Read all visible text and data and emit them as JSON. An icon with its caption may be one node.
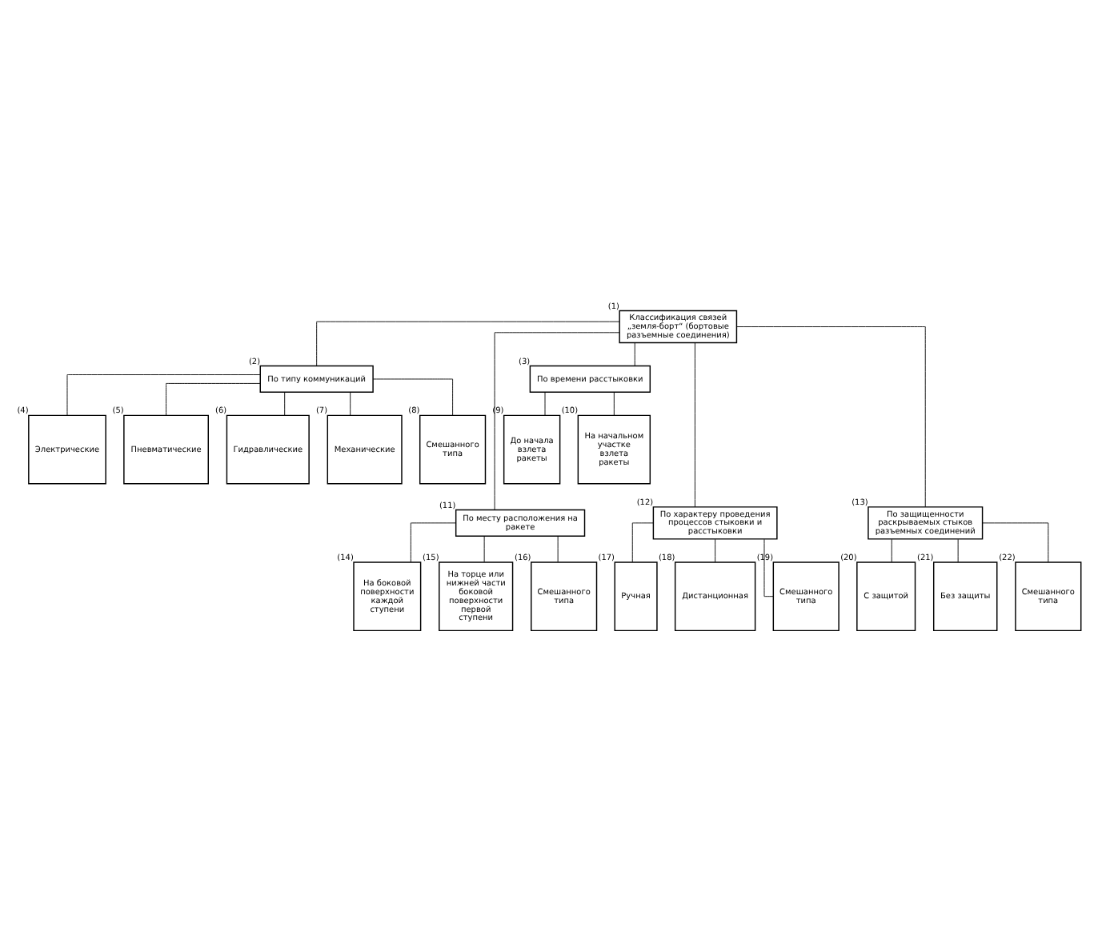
{
  "diagram": {
    "nodes": [
      {
        "text": [
          "Классификация связей „земля-борт“ (бортовые разъемные соединения)"
        ],
        "beside": [
          "(1)"
        ]
      },
      {
        "text": [
          "По типу коммуникаций"
        ],
        "beside": [
          "(2)"
        ]
      },
      {
        "text": [
          "По времени расстыковки"
        ],
        "beside": [
          "(3)"
        ]
      },
      {
        "text": [
          "Электрические"
        ],
        "beside": [
          "(4)"
        ]
      },
      {
        "text": [
          "Пневматические"
        ],
        "beside": [
          "(5)"
        ]
      },
      {
        "text": [
          "Гидравлические"
        ],
        "beside": [
          "(6)"
        ]
      },
      {
        "text": [
          "Механические"
        ],
        "beside": [
          "(7)"
        ]
      },
      {
        "text": [
          "Смешанного типа"
        ],
        "beside": [
          "(8)"
        ]
      },
      {
        "text": [
          "До начала взлета ракеты"
        ],
        "beside": [
          "(9)"
        ]
      },
      {
        "text": [
          "На начальном участке взлета ракеты"
        ],
        "beside": [
          "(10)"
        ]
      },
      {
        "text": [
          "По месту расположения на ракете"
        ],
        "beside": [
          "(11)"
        ]
      },
      {
        "text": [
          "По характеру проведения процессов стыковки и расстыковки"
        ],
        "beside": [
          "(12)"
        ]
      },
      {
        "text": [
          "По защищенности раскрываемых стыков разъемных соединений"
        ],
        "beside": [
          "(13)"
        ]
      },
      {
        "text": [
          "На боковой поверхности каждой ступени"
        ],
        "beside": [
          "(14)"
        ]
      },
      {
        "text": [
          "На торце или нижней части боковой поверхности первой ступени"
        ],
        "beside": [
          "(15)"
        ]
      },
      {
        "text": [
          "Смешанного типа"
        ],
        "beside": [
          "(16)"
        ]
      },
      {
        "text": [
          "Ручная"
        ],
        "beside": [
          "(17)"
        ]
      },
      {
        "text": [
          "Дистанционная"
        ],
        "beside": [
          "(18)"
        ]
      },
      {
        "text": [
          "Смешанного типа"
        ],
        "beside": [
          "(19)"
        ]
      },
      {
        "text": [
          "С защитой"
        ],
        "beside": [
          "(20)"
        ]
      },
      {
        "text": [
          "Без защиты"
        ],
        "beside": [
          "(21)"
        ]
      },
      {
        "text": [
          "Смешанного типа"
        ],
        "beside": [
          "(22)"
        ]
      }
    ],
    "edges": [
      {
        "from": 0,
        "to": 1,
        "arrow": "none"
      },
      {
        "from": 0,
        "to": 2,
        "arrow": "none"
      },
      {
        "from": 0,
        "to": 10,
        "arrow": "none"
      },
      {
        "from": 0,
        "to": 11,
        "arrow": "none"
      },
      {
        "from": 0,
        "to": 12,
        "arrow": "none"
      },
      {
        "from": 1,
        "to": 3,
        "arrow": "none"
      },
      {
        "from": 1,
        "to": 4,
        "arrow": "none"
      },
      {
        "from": 1,
        "to": 5,
        "arrow": "none"
      },
      {
        "from": 1,
        "to": 6,
        "arrow": "none"
      },
      {
        "from": 1,
        "to": 7,
        "arrow": "none"
      },
      {
        "from": 2,
        "to": 8,
        "arrow": "none"
      },
      {
        "from": 2,
        "to": 9,
        "arrow": "none"
      },
      {
        "from": 10,
        "to": 13,
        "arrow": "none"
      },
      {
        "from": 10,
        "to": 14,
        "arrow": "none"
      },
      {
        "from": 10,
        "to": 15,
        "arrow": "none"
      },
      {
        "from": 11,
        "to": 16,
        "arrow": "none"
      },
      {
        "from": 11,
        "to": 17,
        "arrow": "none"
      },
      {
        "from": 11,
        "to": 18,
        "arrow": "none"
      },
      {
        "from": 12,
        "to": 19,
        "arrow": "none"
      },
      {
        "from": 12,
        "to": 20,
        "arrow": "none"
      },
      {
        "from": 12,
        "to": 21,
        "arrow": "none"
      }
    ]
  }
}
